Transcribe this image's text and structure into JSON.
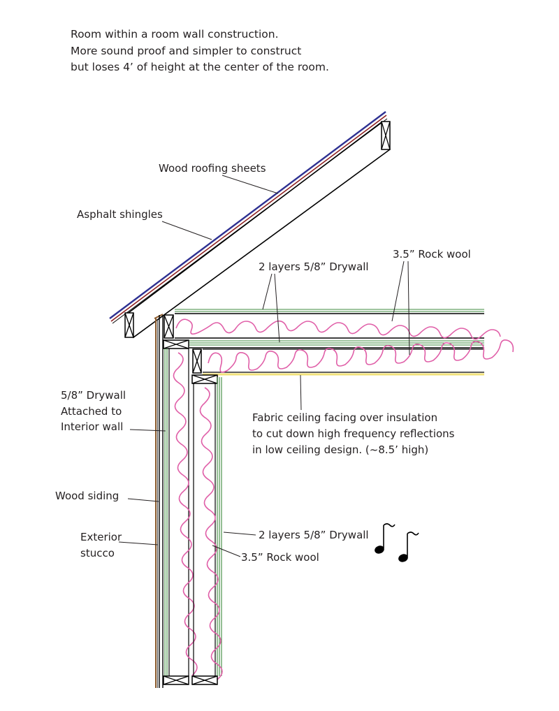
{
  "intro": {
    "line1": "Room within a room wall construction.",
    "line2": "More sound proof and simpler to construct",
    "line3": "but loses 4’ of height at the center of the room."
  },
  "labels": {
    "wood_roofing_sheets": "Wood roofing sheets",
    "asphalt_shingles": "Asphalt shingles",
    "rock_wool_ceiling": "3.5” Rock wool",
    "drywall_ceiling": "2 layers 5/8” Drywall",
    "drywall_attached_1": "5/8” Drywall",
    "drywall_attached_2": "Attached to",
    "drywall_attached_3": "Interior wall",
    "fabric_1": "Fabric ceiling facing over insulation",
    "fabric_2": "to cut down high frequency reflections",
    "fabric_3": "in low ceiling design. (~8.5’ high)",
    "wood_siding": "Wood siding",
    "exterior_stucco_1": "Exterior",
    "exterior_stucco_2": "stucco",
    "drywall_wall": "2 layers 5/8” Drywall",
    "rock_wool_wall": "3.5” Rock wool"
  },
  "colors": {
    "asphalt_shingles": "#2e3192",
    "roofing_sheets": "#8b1a1a",
    "drywall": "#3d8a3d",
    "rock_wool": "#e05fa8",
    "fabric": "#f2e27a",
    "siding": "#8b5a2b",
    "stucco": "#555555"
  },
  "decorations": {
    "music_notes_icon": "music-notes-icon"
  }
}
